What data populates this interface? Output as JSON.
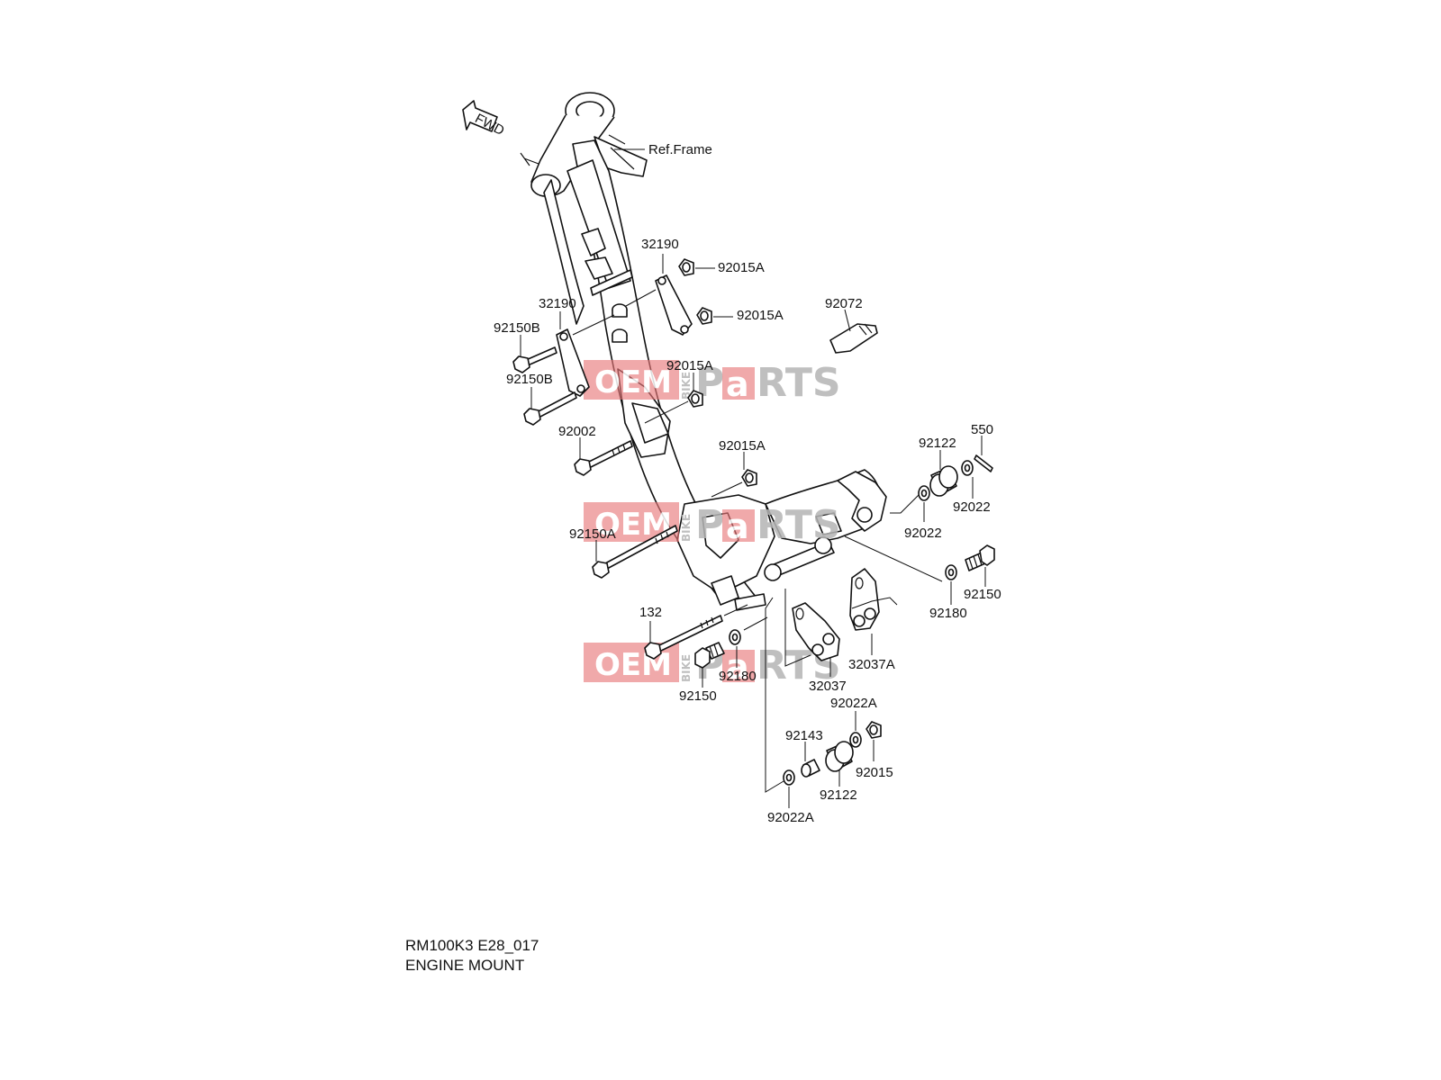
{
  "diagram": {
    "model_code": "RM100K3 E28_017",
    "title": "ENGINE MOUNT",
    "fwd_label": "FWD",
    "ref_label": "Ref.Frame",
    "watermark": {
      "oem": "OEM",
      "bike": "BIKE",
      "p": "P",
      "a": "a",
      "rts": "RTS"
    },
    "part_labels": {
      "p32190_upper": "32190",
      "p92015A_1": "92015A",
      "p92015A_2": "92015A",
      "p92072": "92072",
      "p32190_lower": "32190",
      "p92150B_1": "92150B",
      "p92015A_3": "92015A",
      "p92150B_2": "92150B",
      "p92002": "92002",
      "p92015A_4": "92015A",
      "p550": "550",
      "p92122_upper": "92122",
      "p92022_1": "92022",
      "p92022_2": "92022",
      "p92150A": "92150A",
      "p92150_right": "92150",
      "p92180_right": "92180",
      "p132": "132",
      "p32037A": "32037A",
      "p92180_left": "92180",
      "p32037": "32037",
      "p92150_left": "92150",
      "p92022A_1": "92022A",
      "p92143": "92143",
      "p92015": "92015",
      "p92122_lower": "92122",
      "p92022A_2": "92022A"
    },
    "colors": {
      "line": "#111111",
      "watermark_red": "#e8787a",
      "watermark_gray": "#b5b5b5"
    }
  }
}
